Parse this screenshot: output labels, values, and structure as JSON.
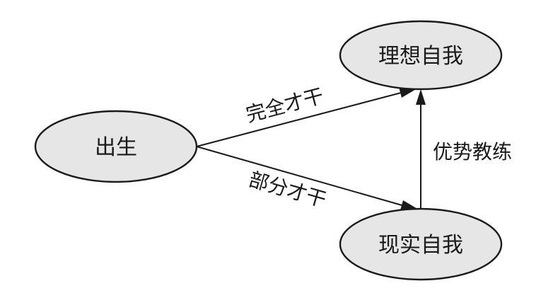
{
  "nodes": {
    "birth": {
      "label": "出生"
    },
    "ideal_self": {
      "label": "理想自我"
    },
    "real_self": {
      "label": "现实自我"
    }
  },
  "edges": {
    "birth_to_ideal": {
      "label": "完全才干"
    },
    "birth_to_real": {
      "label": "部分才干"
    },
    "real_to_ideal": {
      "label": "优势教练"
    }
  },
  "colors": {
    "node_fill": "#e6e6e6",
    "stroke": "#1a1a1a"
  }
}
